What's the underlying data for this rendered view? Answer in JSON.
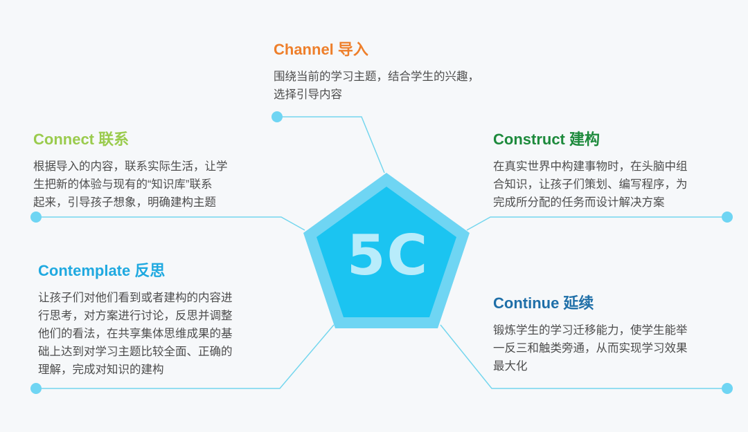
{
  "center_label": "5C",
  "colors": {
    "connector": "#74d6ee",
    "dot": "#6fd5f3",
    "pentagon_outer": "#6fd5f3",
    "pentagon_inner": "#1bc4f1",
    "center_text": "#b8ecfb"
  },
  "blocks": {
    "channel": {
      "title": "Channel 导入",
      "title_color": "#ee7f2b",
      "lines": [
        "围绕当前的学习主题，结合学生的兴趣，",
        "选择引导内容"
      ]
    },
    "connect": {
      "title": "Connect 联系",
      "title_color": "#9acb4d",
      "lines": [
        "根据导入的内容，联系实际生活，让学",
        "生把新的体验与现有的“知识库”联系",
        "起来，引导孩子想象，明确建构主题"
      ]
    },
    "construct": {
      "title": "Construct 建构",
      "title_color": "#1d8a3c",
      "lines": [
        "在真实世界中构建事物时，在头脑中组",
        "合知识，让孩子们策划、编写程序，为",
        "完成所分配的任务而设计解决方案"
      ]
    },
    "contemplate": {
      "title": "Contemplate 反思",
      "title_color": "#1fa9e0",
      "lines": [
        "让孩子们对他们看到或者建构的内容进",
        "行思考，对方案进行讨论，反思并调整",
        "他们的看法，在共享集体思维成果的基",
        "础上达到对学习主题比较全面、正确的",
        "理解，完成对知识的建构"
      ]
    },
    "continue": {
      "title": "Continue 延续",
      "title_color": "#1f6fa8",
      "lines": [
        "锻炼学生的学习迁移能力，使学生能举",
        "一反三和触类旁通，从而实现学习效果",
        "最大化"
      ]
    }
  }
}
